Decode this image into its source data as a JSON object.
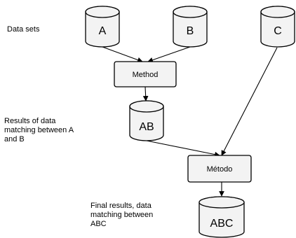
{
  "nodes": {
    "cylinder_a": "A",
    "cylinder_b": "B",
    "cylinder_c": "C",
    "method_box": "Method",
    "cylinder_ab": "AB",
    "metodo_box": "Método",
    "cylinder_abc": "ABC"
  },
  "labels": {
    "data_sets": "Data sets",
    "results_ab": [
      "Results of data",
      "matching between A",
      "and B"
    ],
    "final_results": [
      "Final results, data",
      "matching between",
      "ABC"
    ]
  },
  "colors": {
    "shape_fill": "#f3f3f3",
    "stroke": "#000000"
  }
}
